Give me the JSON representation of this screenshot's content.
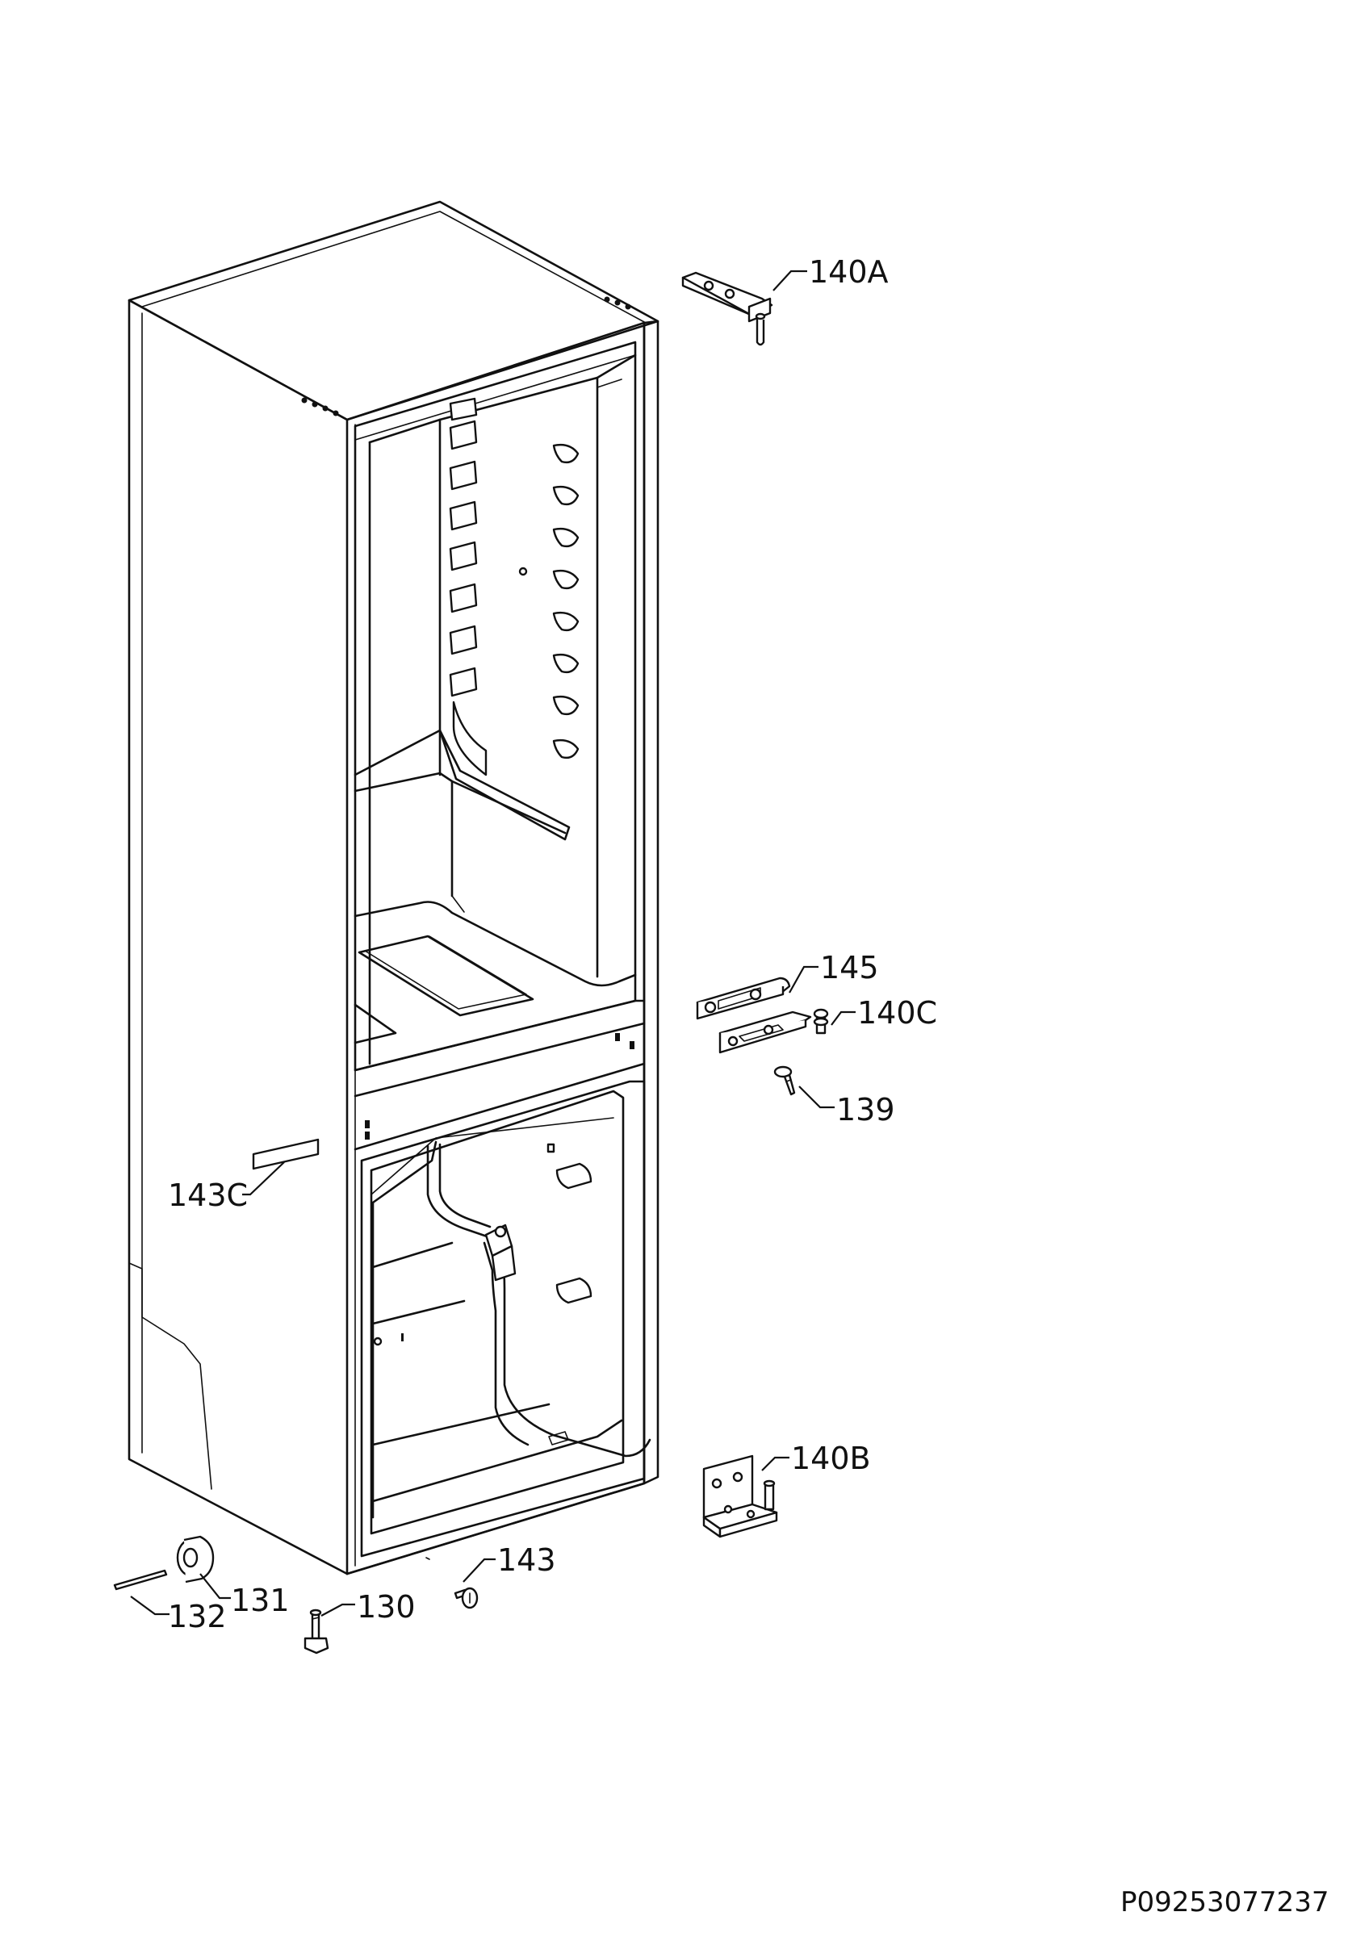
{
  "diagram": {
    "callouts": {
      "p140A": "140A",
      "p145": "145",
      "p140C": "140C",
      "p139": "139",
      "p143C": "143C",
      "p140B": "140B",
      "p143": "143",
      "p132": "132",
      "p131": "131",
      "p130": "130"
    },
    "document_id": "P09253077237"
  }
}
